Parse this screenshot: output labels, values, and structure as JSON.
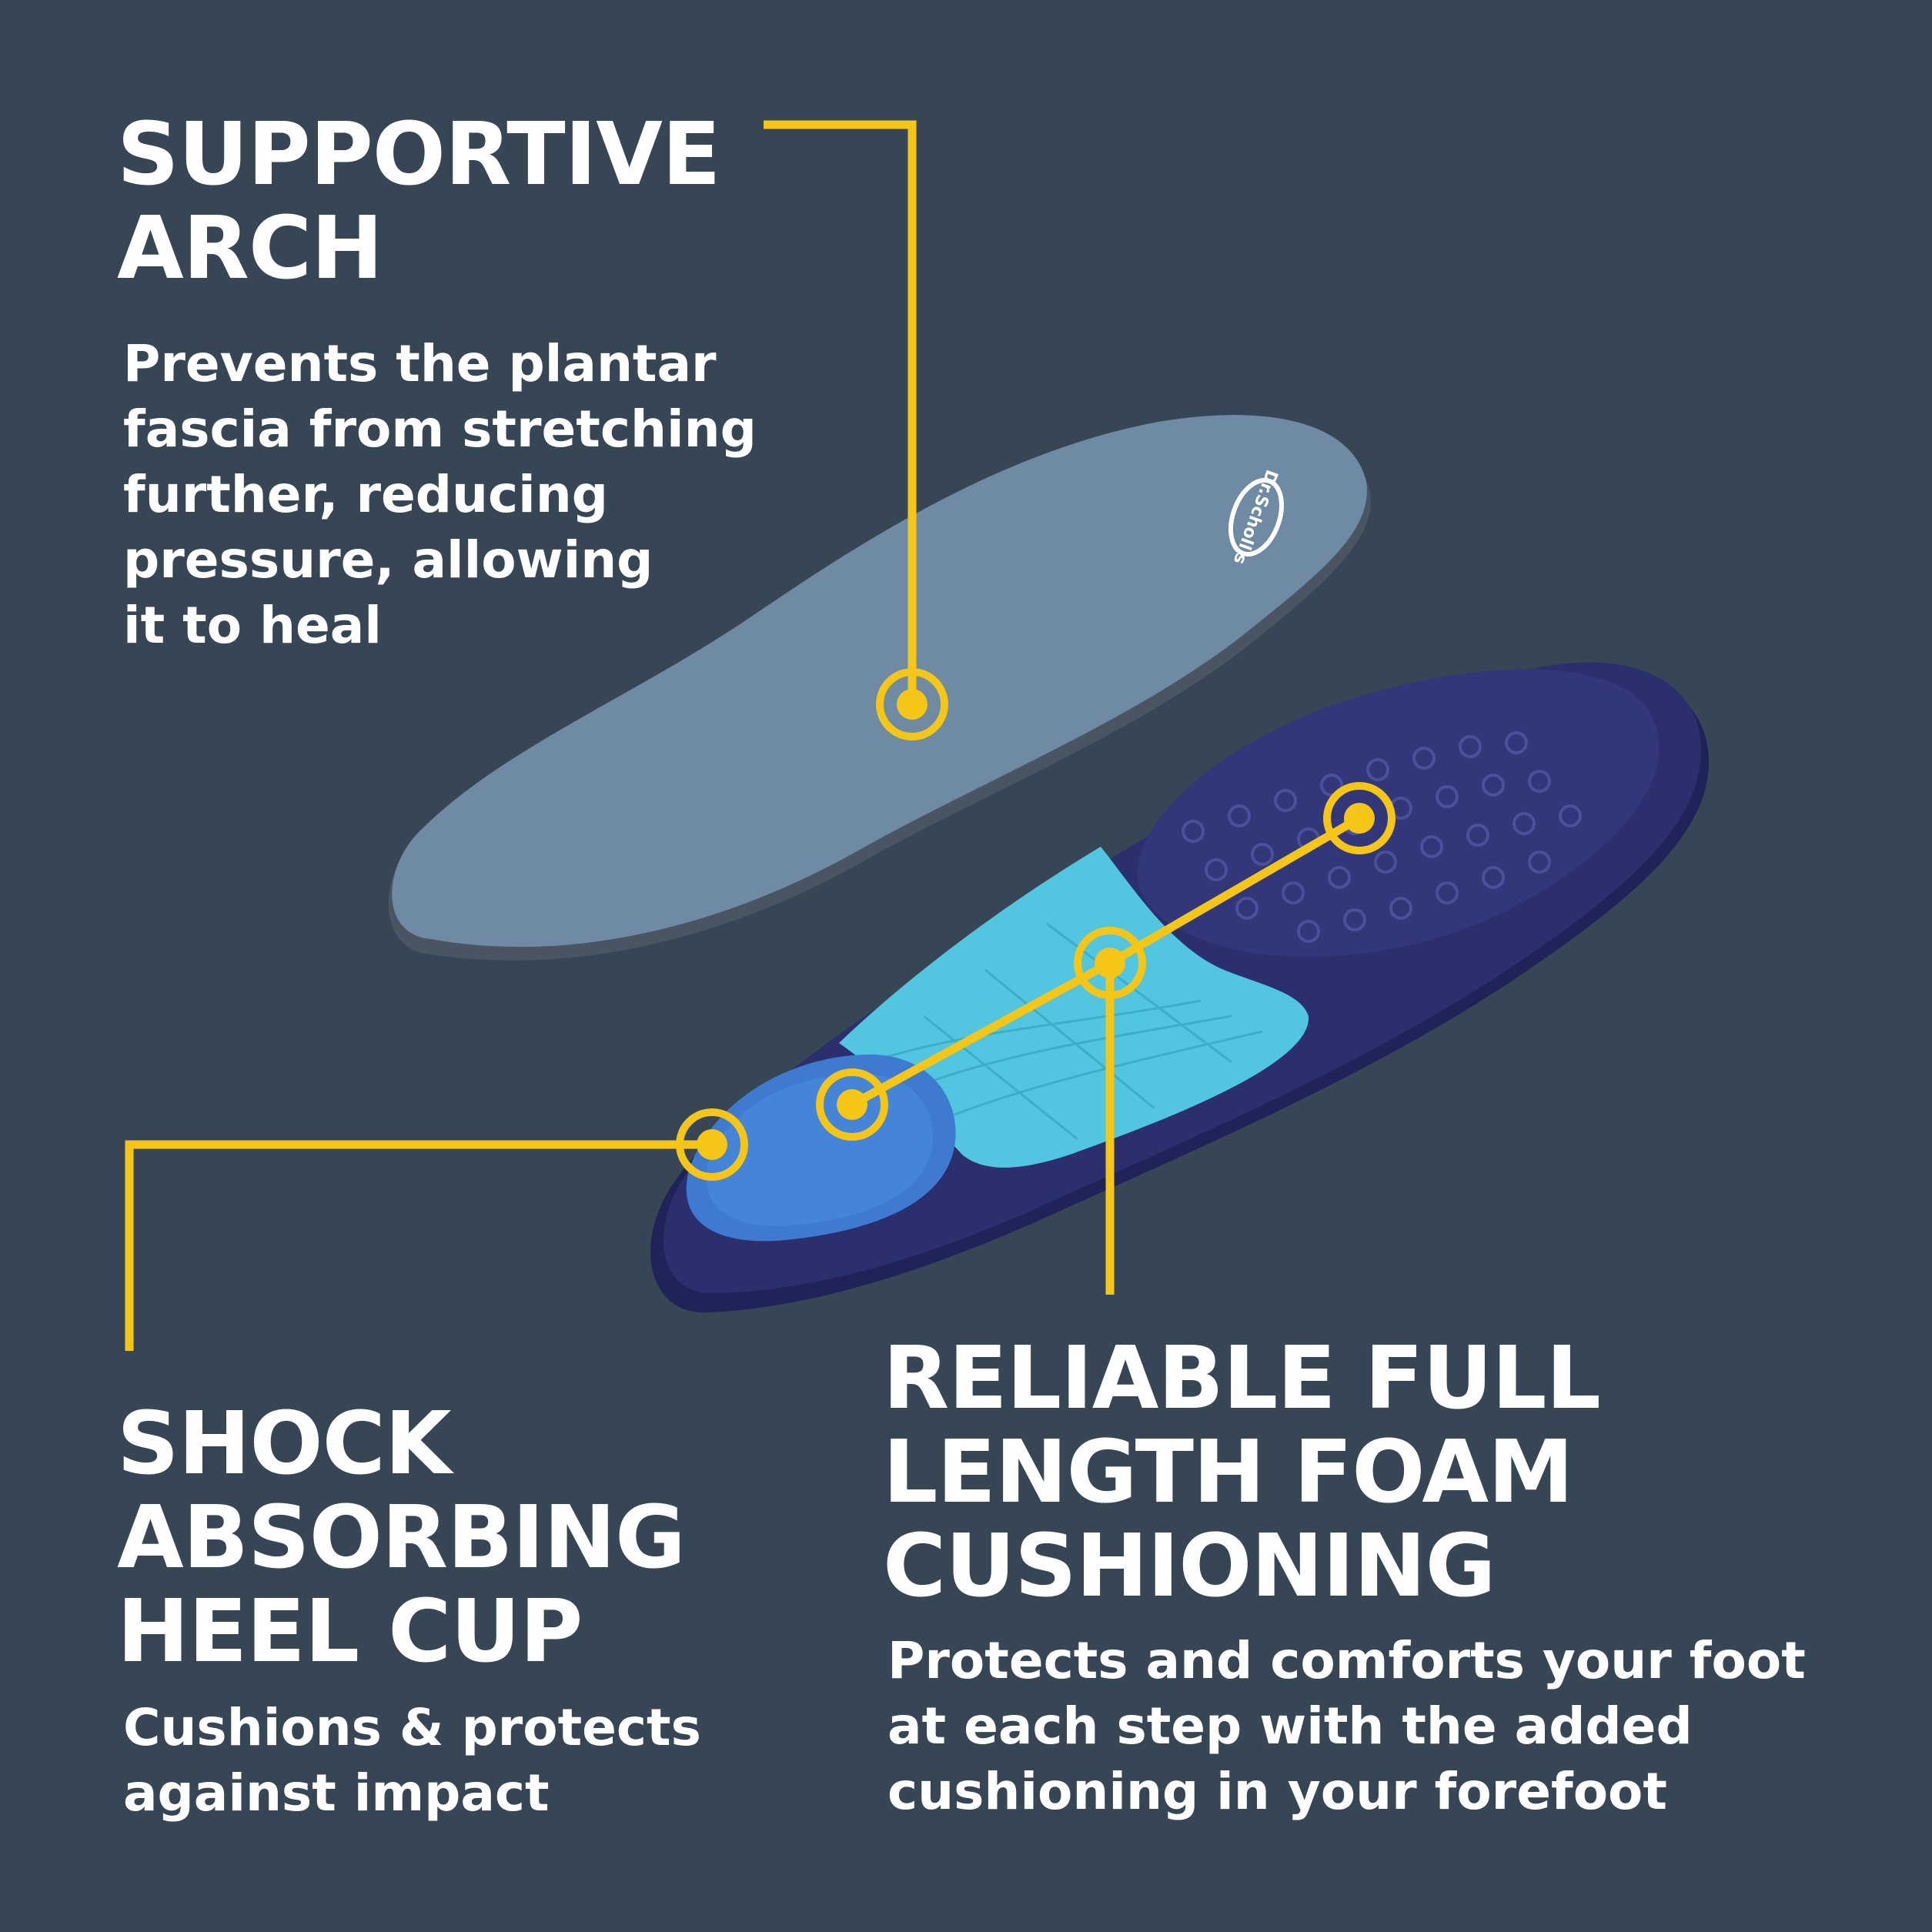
{
  "colors": {
    "background": "#364655",
    "callout": "#F5C518",
    "text": "#FFFFFF",
    "top_insole": "#6F8AA3",
    "bottom_insole": "#2B2F6E",
    "arch_pad": "#52C6E0",
    "heel_pad": "#3E7BD0"
  },
  "arch": {
    "title": [
      "SUPPORTIVE",
      "ARCH"
    ],
    "body": [
      "Prevents the plantar",
      "fascia from stretching",
      "further, reducing",
      "pressure, allowing",
      "it to heal"
    ]
  },
  "heel": {
    "title": [
      "SHOCK",
      "ABSORBING",
      "HEEL CUP"
    ],
    "body": [
      "Cushions & protects",
      "against impact"
    ]
  },
  "foam": {
    "title": [
      "RELIABLE FULL",
      "LENGTH FOAM",
      "CUSHIONING"
    ],
    "body": [
      "Protects and comforts your foot",
      "at each step with the added",
      "cushioning in your forefoot"
    ]
  },
  "images": {
    "top_insole": "grey fabric top-cover insole with brand logo",
    "bottom_insole": "navy foam insole underside with blue heel cushion and light blue arch pad",
    "brand_logo": "Dr.Scholl's"
  },
  "icons": [
    "callout-ring-icon"
  ]
}
